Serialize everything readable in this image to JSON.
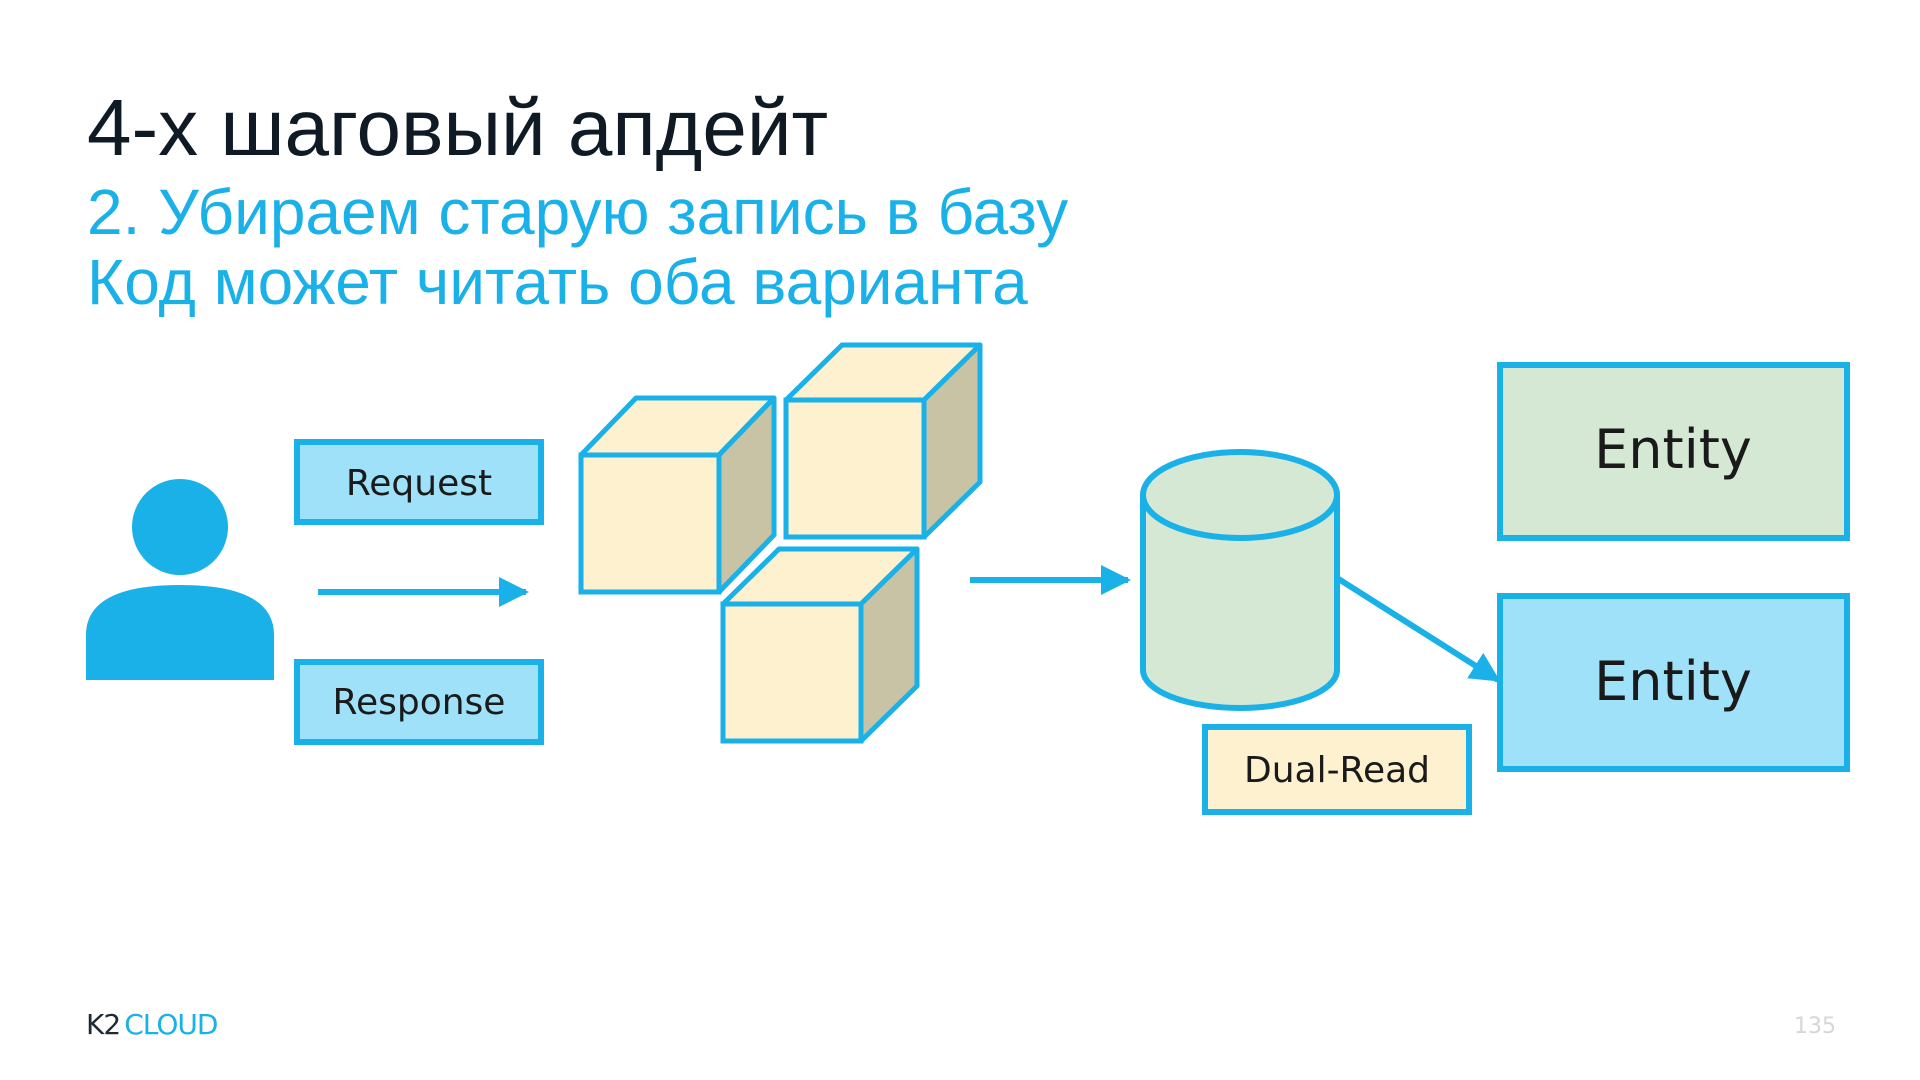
{
  "slide": {
    "title": "4-х шаговый апдейт",
    "subtitle_line1": "2. Убираем старую запись в базу",
    "subtitle_line2": "Код может читать оба варианта",
    "page_number": "135"
  },
  "diagram": {
    "request_label": "Request",
    "response_label": "Response",
    "dual_read_label": "Dual-Read",
    "entity_old_label": "Entity",
    "entity_new_label": "Entity"
  },
  "logo": {
    "part1": "K2",
    "part2": "CLOUD"
  },
  "colors": {
    "accent": "#1ab0e8",
    "title": "#0f1a24",
    "request_box_fill": "#9fe1f8",
    "cube_front": "#fdf1d0",
    "cube_side": "#c9c3a6",
    "database_fill": "#d5e8d4",
    "entity_old_fill": "#d5e8d4",
    "entity_new_fill": "#9fe1f8",
    "dual_read_fill": "#fdf1d0"
  },
  "icons": {
    "user": "user-icon",
    "database": "database-icon",
    "service": "cube-icon"
  }
}
